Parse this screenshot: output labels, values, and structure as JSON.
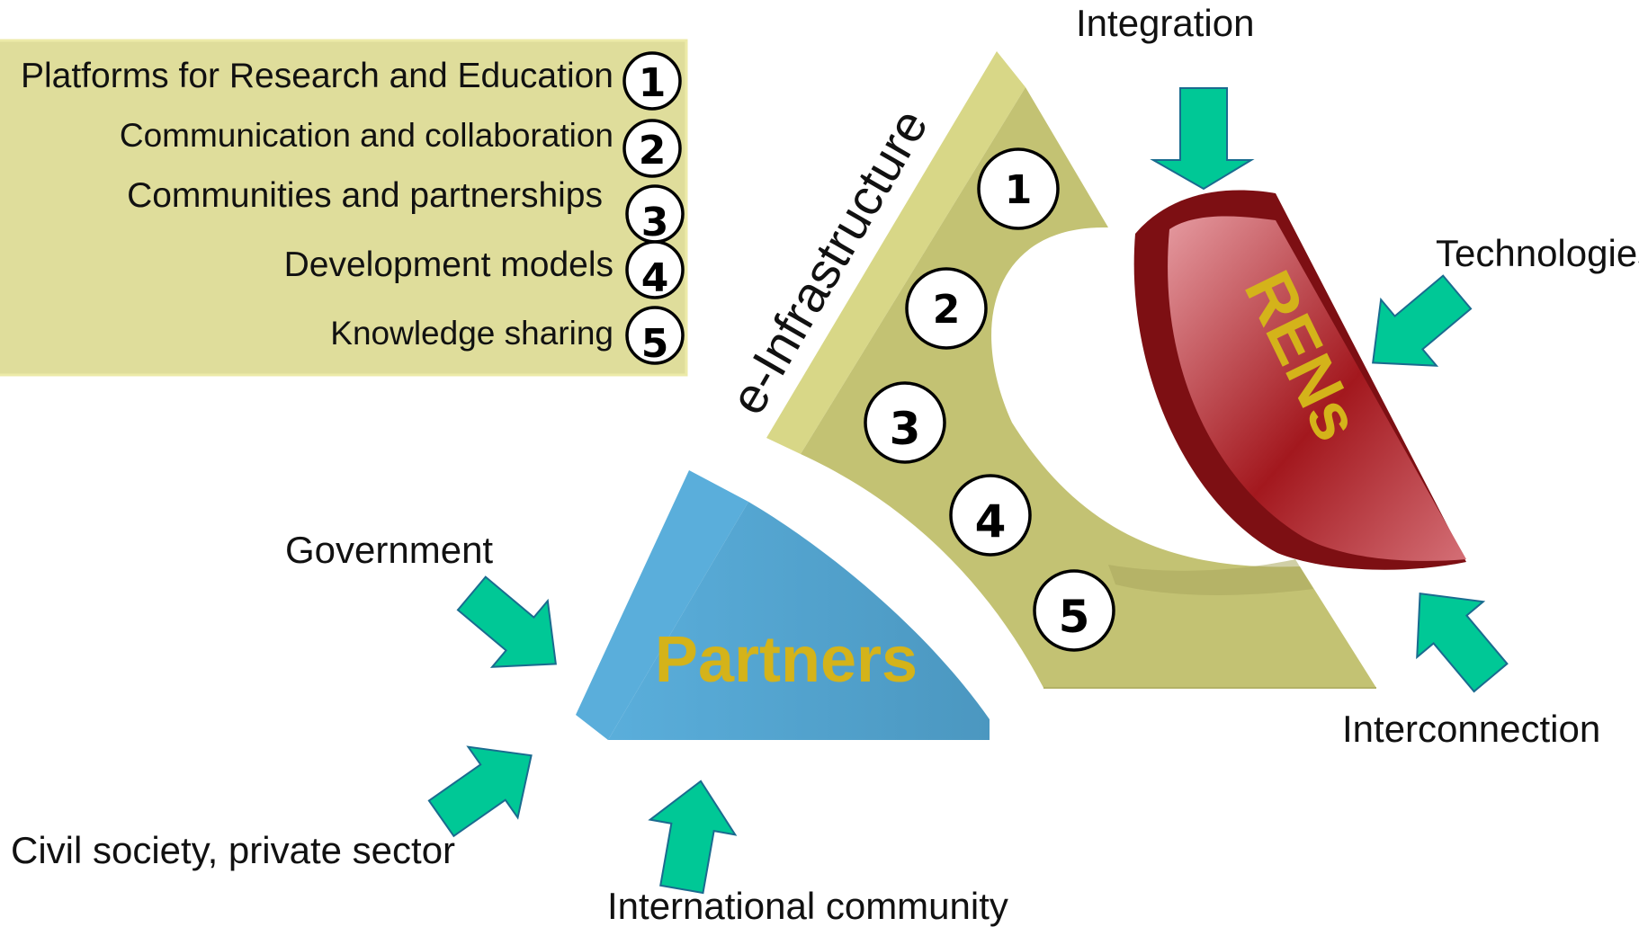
{
  "legend": {
    "items": [
      {
        "number": "1",
        "text": "Platforms for Research and Education"
      },
      {
        "number": "2",
        "text": "Communication and collaboration"
      },
      {
        "number": "3",
        "text": "Communities and partnerships"
      },
      {
        "number": "4",
        "text": "Development models"
      },
      {
        "number": "5",
        "text": "Knowledge sharing"
      }
    ]
  },
  "einfra": {
    "title": "e-Infrastructure",
    "numbers": [
      "1",
      "2",
      "3",
      "4",
      "5"
    ]
  },
  "rens": {
    "label": "RENs"
  },
  "partners": {
    "label": "Partners"
  },
  "inputs": {
    "integration": "Integration",
    "technologies": "Technologies",
    "interconnection": "Interconnection",
    "government": "Government",
    "civil_society": "Civil society, private sector",
    "international": "International community"
  },
  "colors": {
    "legend_fill": "#dfdd9b",
    "einfra_fill": "#c3c273",
    "rens_fill": "#b32c2f",
    "partners_fill": "#4f9fc7",
    "label_gold": "#d4b31a",
    "arrow_fill": "#00c896"
  }
}
